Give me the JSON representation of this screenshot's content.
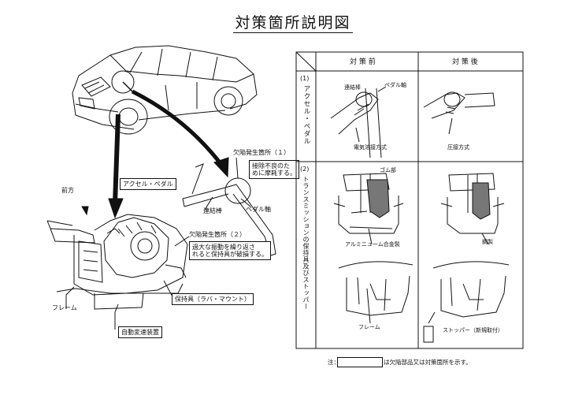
{
  "title": "対策箇所説明図",
  "left": {
    "front_label": "前方",
    "accel_box": "アクセル・ペダル",
    "linkage_label": "連結棒",
    "pedal_shaft_label": "ペダル軸",
    "defect1_title": "欠陥発生箇所（１）",
    "defect1_note_line1": "接除不良のた",
    "defect1_note_line2": "めに摩耗する。",
    "defect2_title": "欠陥発生箇所（２）",
    "defect2_note_line1": "過大な振動を繰り返さ",
    "defect2_note_line2": "れると保持具が破損する。",
    "holder_label": "保持具（ラバ・マウント）",
    "frame_label": "フレーム",
    "transmission_label": "自動変速装置"
  },
  "table": {
    "header_before": "対 策 前",
    "header_after": "対 策 後",
    "row1_number": "(1)",
    "row1_name": "アクセル・ペダル",
    "row1_before_labels": [
      "連結棒",
      "ペダル軸",
      "電気溶接方式"
    ],
    "row1_after_labels": [
      "圧接方式"
    ],
    "row2_number": "(2)",
    "row2_name": "トランスミッションの保持具及びストッパー",
    "row2_before_labels": [
      "ゴム部",
      "アルミニューム合金製",
      "フレーム"
    ],
    "row2_after_labels": [
      "鋼製",
      "ストッパー（新規取付）"
    ]
  },
  "note": {
    "prefix": "注：",
    "text": "は欠陥部品又は対策箇所を示す。"
  }
}
